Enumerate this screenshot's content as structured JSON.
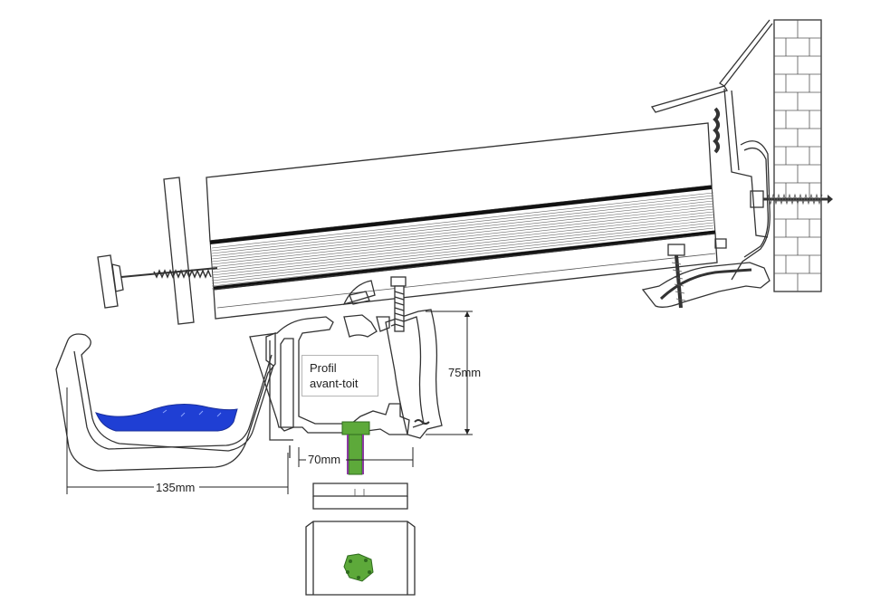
{
  "callout": {
    "line1": "Profil",
    "line2": "avant-toit"
  },
  "dimensions": {
    "height": "75mm",
    "profile_width": "70mm",
    "gutter_width": "135mm"
  },
  "colors": {
    "water": "#1f3fd4",
    "post": "#5da93a",
    "outline": "#333333"
  }
}
